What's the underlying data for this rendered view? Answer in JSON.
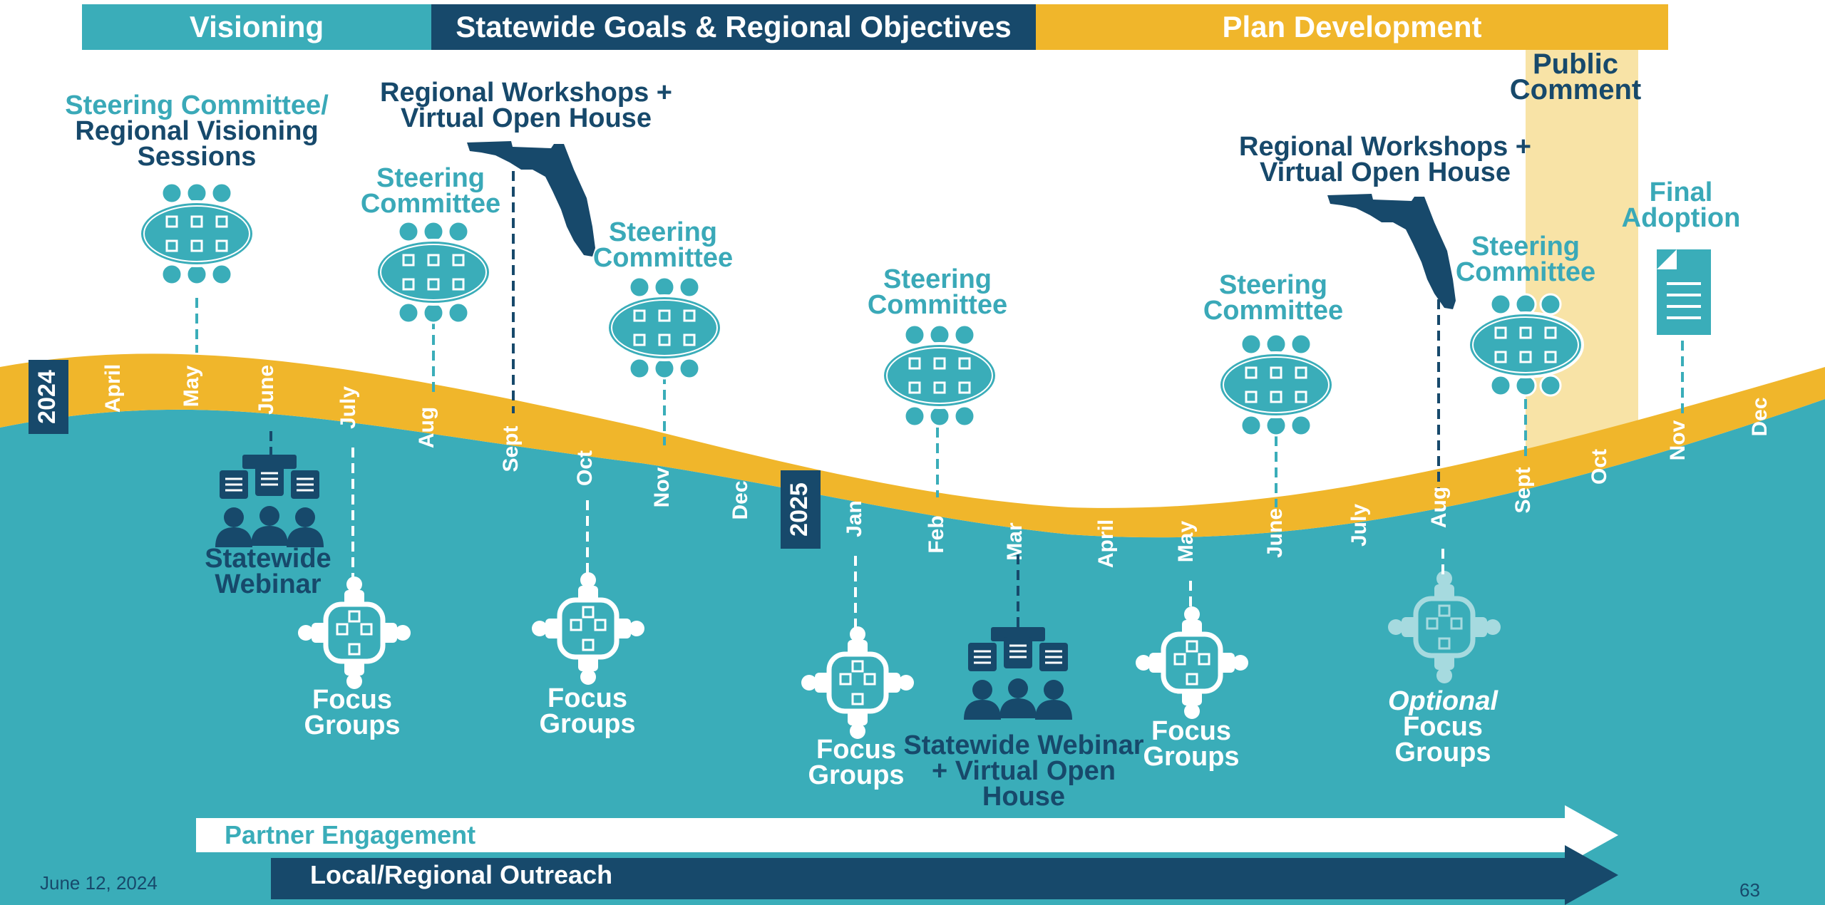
{
  "phases": [
    {
      "label": "Visioning",
      "color": "#3aadb9"
    },
    {
      "label": "Statewide Goals & Regional Objectives",
      "color": "#17496b"
    },
    {
      "label": "Plan Development",
      "color": "#f0b62b"
    }
  ],
  "public_comment": {
    "line1": "Public",
    "line2": "Comment"
  },
  "years": [
    "2024",
    "2025"
  ],
  "months": [
    "April",
    "May",
    "June",
    "July",
    "Aug",
    "Sept",
    "Oct",
    "Nov",
    "Dec",
    "Jan",
    "Feb",
    "Mar",
    "April",
    "May",
    "June",
    "July",
    "Aug",
    "Sept",
    "Oct",
    "Nov",
    "Dec"
  ],
  "events_above": {
    "steering_visioning": {
      "line1": "Steering Committee/",
      "line2": "Regional Visioning",
      "line3": "Sessions"
    },
    "steering_1": {
      "line1": "Steering",
      "line2": "Committee"
    },
    "workshop_1": {
      "line1": "Regional Workshops +",
      "line2": "Virtual Open House"
    },
    "steering_2": {
      "line1": "Steering",
      "line2": "Committee"
    },
    "steering_3": {
      "line1": "Steering",
      "line2": "Committee"
    },
    "steering_4": {
      "line1": "Steering",
      "line2": "Committee"
    },
    "workshop_2": {
      "line1": "Regional Workshops +",
      "line2": "Virtual Open House"
    },
    "steering_5": {
      "line1": "Steering",
      "line2": "Committee"
    },
    "final_adoption": {
      "line1": "Final",
      "line2": "Adoption"
    }
  },
  "events_below": {
    "webinar_1": {
      "line1": "Statewide",
      "line2": "Webinar"
    },
    "focus_1": {
      "line1": "Focus",
      "line2": "Groups"
    },
    "focus_2": {
      "line1": "Focus",
      "line2": "Groups"
    },
    "focus_3": {
      "line1": "Focus",
      "line2": "Groups"
    },
    "webinar_2": {
      "line1": "Statewide Webinar",
      "line2": "+ Virtual Open",
      "line3": "House"
    },
    "focus_4": {
      "line1": "Focus",
      "line2": "Groups"
    },
    "focus_optional": {
      "line1": "Optional",
      "line2": "Focus",
      "line3": "Groups"
    }
  },
  "arrows": {
    "partner": "Partner Engagement",
    "outreach": "Local/Regional Outreach"
  },
  "footer": {
    "date": "June 12, 2024",
    "page": "63"
  },
  "colors": {
    "teal": "#3aadb9",
    "navy": "#17496b",
    "gold": "#f0b62b",
    "comment": "#f8e3a6"
  }
}
